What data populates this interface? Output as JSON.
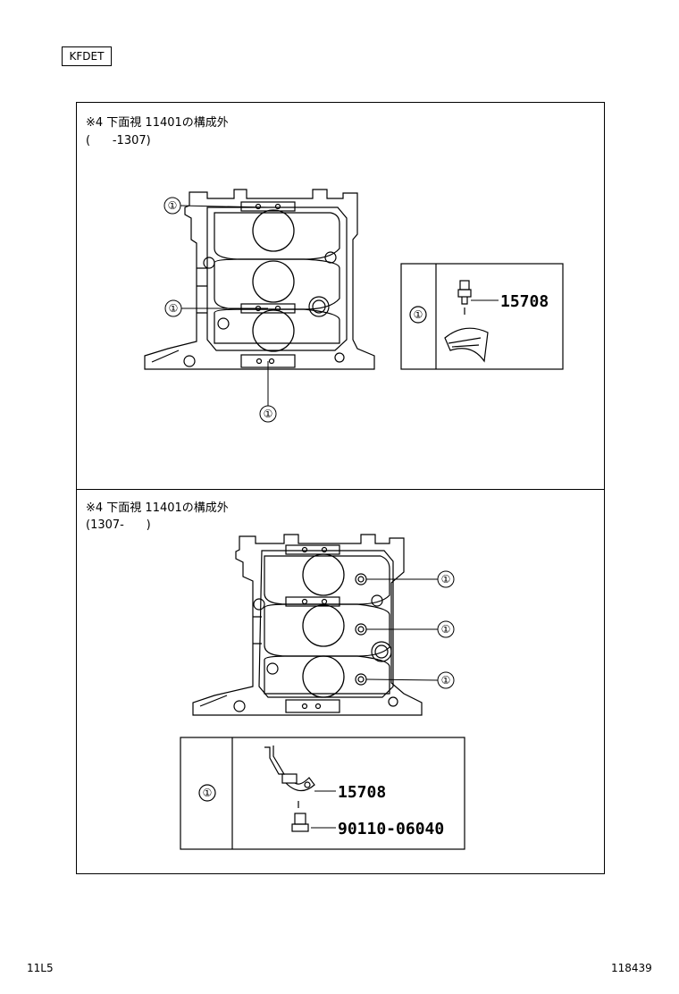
{
  "engine_code": "KFDET",
  "sections": [
    {
      "note": "※4 下面視 11401の構成外",
      "range": "(      -1307)",
      "callout": "①",
      "legend": {
        "callout": "①",
        "parts": [
          "15708"
        ]
      }
    },
    {
      "note": "※4 下面視 11401の構成外",
      "range": "(1307-      )",
      "callout": "①",
      "legend": {
        "callout": "①",
        "parts": [
          "15708",
          "90110-06040"
        ]
      }
    }
  ],
  "footer": {
    "left": "11L5",
    "right": "118439"
  }
}
